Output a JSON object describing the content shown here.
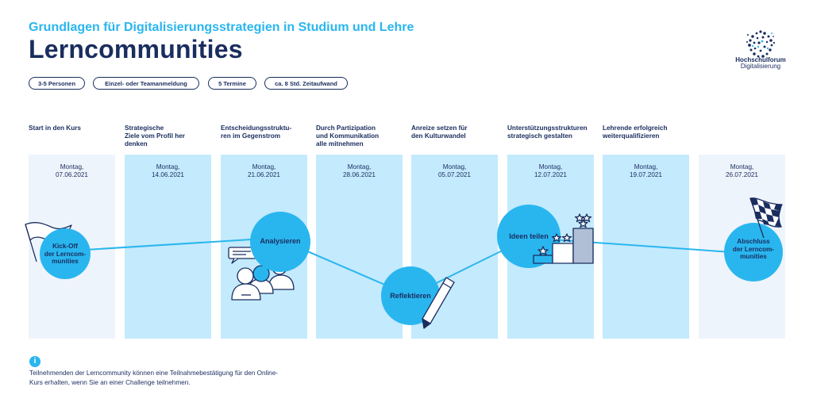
{
  "header": {
    "subtitle": "Grundlagen für Digitalisierungsstrategien in Studium und Lehre",
    "title": "Lerncommunities"
  },
  "logo": {
    "name": "Hochschulforum",
    "sub": "Digitalisierung"
  },
  "tags": [
    "3-5 Personen",
    "Einzel- oder Teamanmeldung",
    "5 Termine",
    "ca. 8 Std. Zeitaufwand"
  ],
  "columns": [
    {
      "head": "Start in den Kurs",
      "date_line1": "Montag,",
      "date_line2": "07.06.2021"
    },
    {
      "head": "Strategische\nZiele vom Profil her\ndenken",
      "date_line1": "Montag,",
      "date_line2": "14.06.2021"
    },
    {
      "head": "Entscheidungsstruktu-\nren im Gegenstrom",
      "date_line1": "Montag,",
      "date_line2": "21.06.2021"
    },
    {
      "head": "Durch Partizipation\nund Kommunikation\nalle mitnehmen",
      "date_line1": "Montag,",
      "date_line2": "28.06.2021"
    },
    {
      "head": "Anreize setzen für\nden Kulturwandel",
      "date_line1": "Montag,",
      "date_line2": "05.07.2021"
    },
    {
      "head": "Unterstützungsstrukturen\nstrategisch gestalten",
      "date_line1": "Montag,",
      "date_line2": "12.07.2021"
    },
    {
      "head": "Lehrende erfolgreich\nweiterqualifizieren",
      "date_line1": "Montag,",
      "date_line2": "19.07.2021"
    },
    {
      "head": "",
      "date_line1": "Montag,",
      "date_line2": "26.07.2021"
    }
  ],
  "milestones": {
    "kickoff": "Kick-Off\nder Lerncom-\nmunities",
    "analysieren": "Analysieren",
    "reflektieren": "Reflektieren",
    "ideen": "Ideen teilen",
    "abschluss": "Abschluss\nder Lerncom-\nmunities"
  },
  "note": {
    "icon": "i",
    "text": "Teilnehmenden der Lerncommunity können eine Teilnahmebestätigung für den Online-Kurs erhalten, wenn Sie an einer Challenge teilnehmen."
  },
  "colors": {
    "navy": "#1a2d5f",
    "accent": "#29b6ef",
    "column_blue": "#c4eafd",
    "column_light": "#eef4fb"
  },
  "icons": [
    "flag-icon",
    "people-chat-icon",
    "pencil-icon",
    "podium-stars-icon",
    "checkered-flag-icon",
    "info-icon"
  ]
}
